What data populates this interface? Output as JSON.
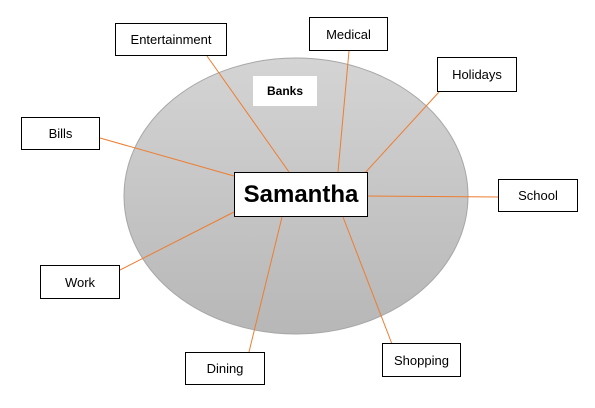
{
  "center": {
    "label": "Samantha"
  },
  "inner_label": "Banks",
  "nodes": [
    {
      "id": "entertainment",
      "label": "Entertainment"
    },
    {
      "id": "medical",
      "label": "Medical"
    },
    {
      "id": "holidays",
      "label": "Holidays"
    },
    {
      "id": "bills",
      "label": "Bills"
    },
    {
      "id": "school",
      "label": "School"
    },
    {
      "id": "work",
      "label": "Work"
    },
    {
      "id": "dining",
      "label": "Dining"
    },
    {
      "id": "shopping",
      "label": "Shopping"
    }
  ],
  "colors": {
    "ellipse_fill_top": "#d4d4d4",
    "ellipse_fill_bottom": "#b7b7b7",
    "ellipse_stroke": "#a6a6a6",
    "connector": "#ed7d31",
    "box_border": "#000000"
  }
}
